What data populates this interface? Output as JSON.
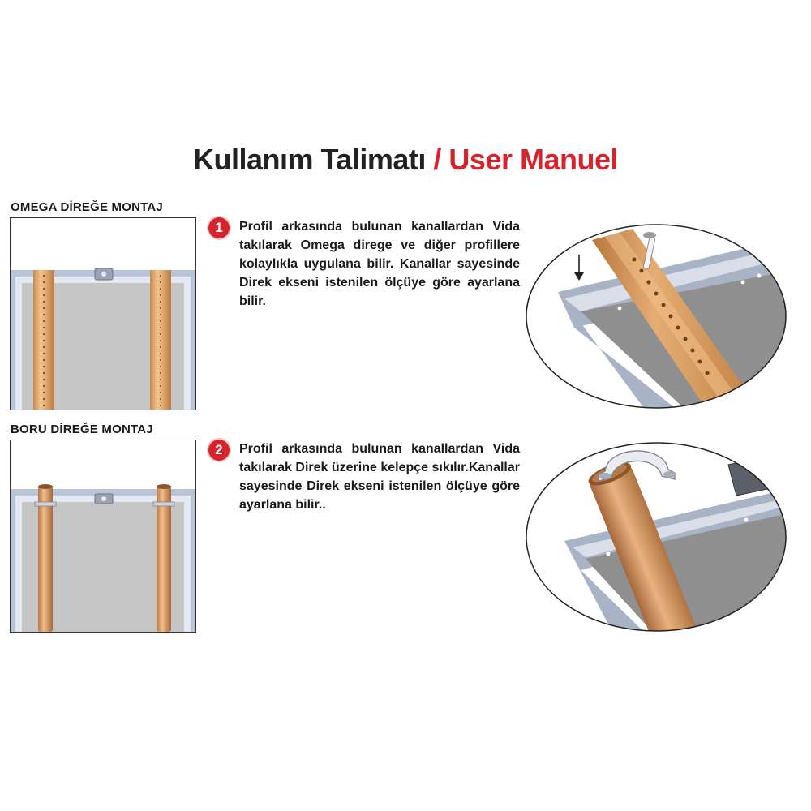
{
  "header": {
    "title_tr": "Kullanım Talimatı",
    "separator": "/",
    "title_en": "User Manuel"
  },
  "sections": [
    {
      "label": "OMEGA DİREĞE MONTAJ",
      "step_number": "1",
      "text": "Profil arkasında bulunan kanallardan Vida takılarak Omega direge ve diğer profillere kolaylıkla uygulana bilir. Kanallar sayesinde Direk ekseni istenilen ölçüye göre ayarlana bilir.",
      "illustration": "omega-pole-mounting"
    },
    {
      "label": "BORU DİREĞE MONTAJ",
      "step_number": "2",
      "text": "Profil arkasında bulunan kanallardan Vida takılarak Direk üzerine kelepçe sıkılır.Kanallar sayesinde Direk ekseni istenilen ölçüye göre ayarlana bilir..",
      "illustration": "pipe-pole-mounting"
    }
  ],
  "colors": {
    "accent_red": "#d7232b",
    "pole_copper": "#d9a36b",
    "frame_steel": "#b8c3d6",
    "board_gray": "#c9c9c9"
  }
}
